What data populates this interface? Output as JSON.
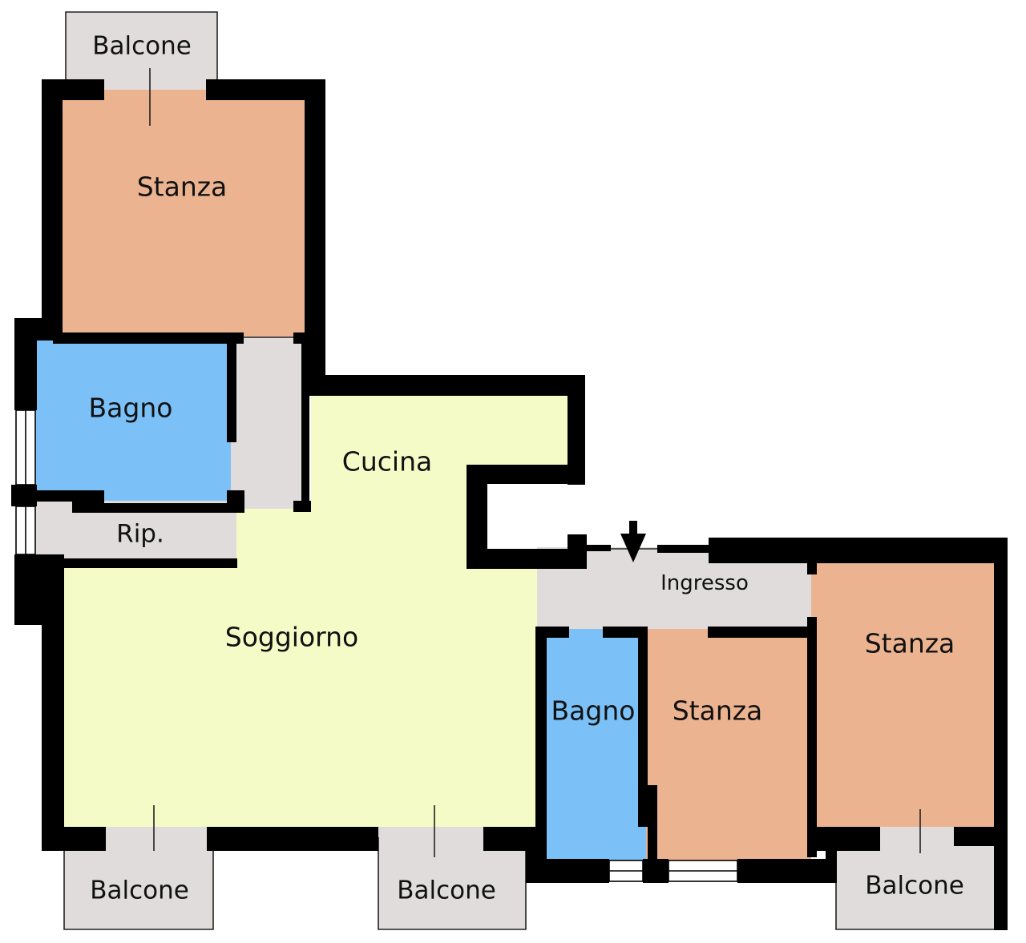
{
  "colors": {
    "wall": "#000000",
    "bedroom": "#ecb391",
    "bathroom": "#7bc1f7",
    "living": "#f4fbc6",
    "service": "#e0dcdb",
    "outline": "#222222"
  },
  "rooms": {
    "balcone_top": "Balcone",
    "stanza_top": "Stanza",
    "bagno_left": "Bagno",
    "cucina": "Cucina",
    "rip": "Rip.",
    "soggiorno": "Soggiorno",
    "ingresso": "Ingresso",
    "stanza_right": "Stanza",
    "bagno_right": "Bagno",
    "stanza_mid": "Stanza",
    "balcone_bl": "Balcone",
    "balcone_bm": "Balcone",
    "balcone_br": "Balcone"
  },
  "icons": {
    "entrance": "arrow-down-icon"
  }
}
